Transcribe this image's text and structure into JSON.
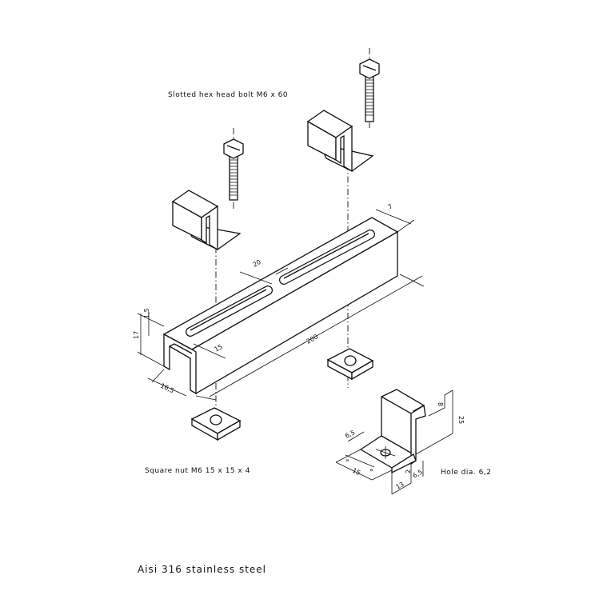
{
  "labels": {
    "bolt": "Slotted hex head bolt M6 x 60",
    "nut": "Square nut M6 15 x 15 x 4",
    "hole": "Hole dia. 6,2",
    "material": "Aisi 316 stainless steel"
  },
  "dimensions": {
    "slot_end": "7",
    "slot_gap": "20",
    "slot_width": "15",
    "length": "200",
    "height": "17",
    "thickness": "1,5",
    "width": "16,5",
    "bracket_lip": "8",
    "bracket_height": "25",
    "bracket_hole_offset": "6,5",
    "bracket_base": "15",
    "bracket_thickness": "2",
    "bracket_depth": "13",
    "bracket_gap": "6,5",
    "half_mark_a": "»",
    "half_mark_b": "»"
  }
}
